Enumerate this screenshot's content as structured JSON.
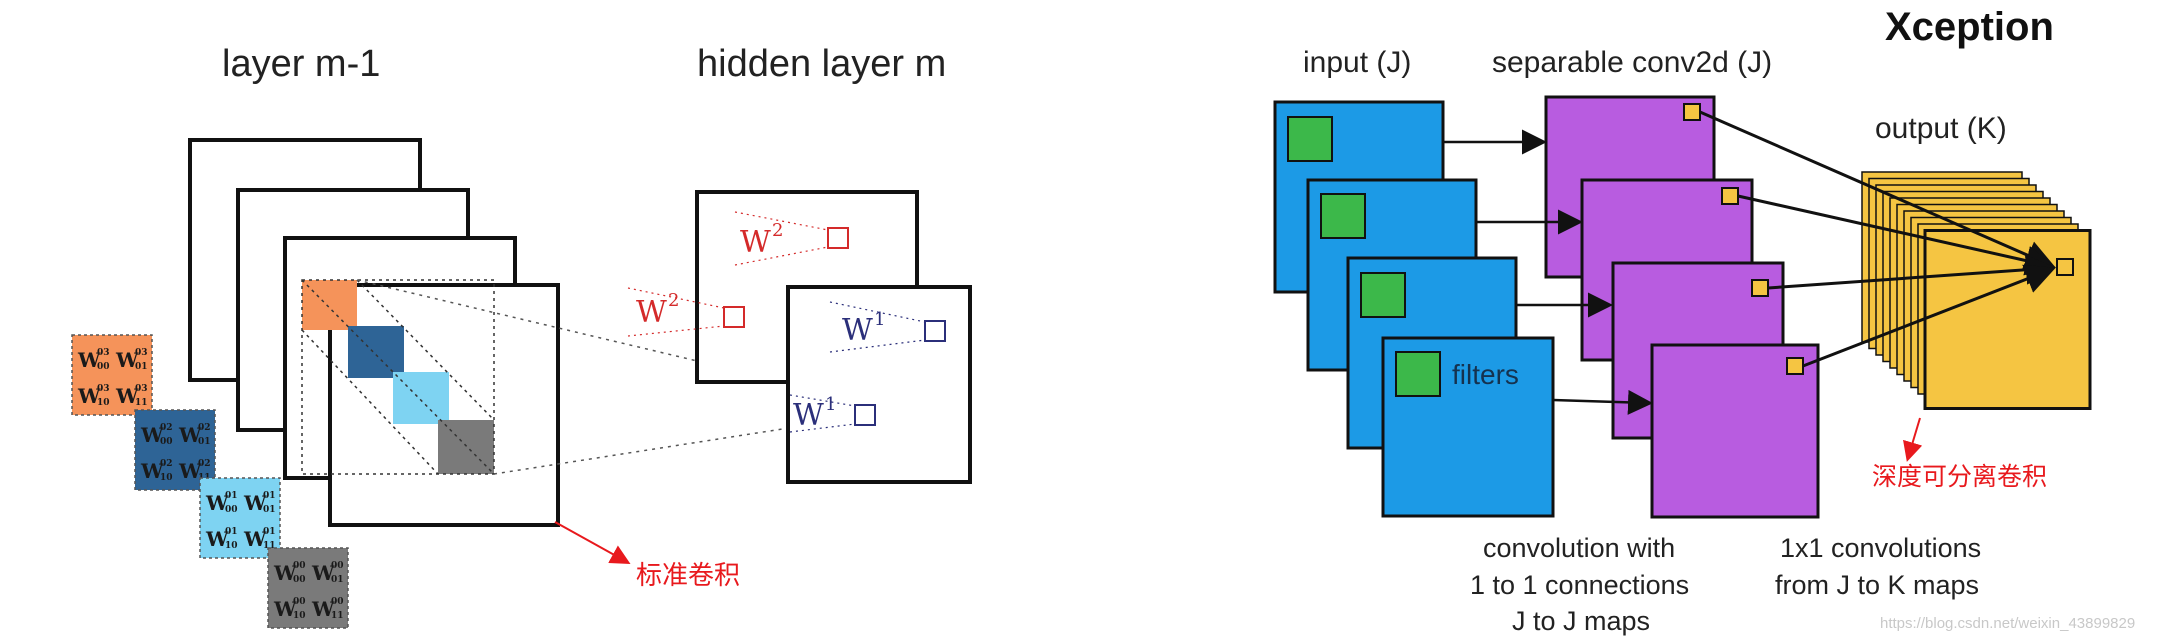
{
  "left_panel": {
    "layer_prev_label": "layer m-1",
    "hidden_layer_label": "hidden layer m",
    "w2_label": "W",
    "w2_sup": "2",
    "w1_label": "W",
    "w1_sup": "1",
    "annotation": "标准卷积",
    "filter_weights": [
      {
        "color": "#f5935a",
        "w00_sup": "03",
        "w01_sup": "03",
        "w10_sup": "03",
        "w11_sup": "03",
        "w00_sub": "00",
        "w01_sub": "01",
        "w10_sub": "10",
        "w11_sub": "11"
      },
      {
        "color": "#2e6496",
        "w00_sup": "02",
        "w01_sup": "02",
        "w10_sup": "02",
        "w11_sup": "02",
        "w00_sub": "00",
        "w01_sub": "01",
        "w10_sub": "10",
        "w11_sub": "11"
      },
      {
        "color": "#7ed3f2",
        "w00_sup": "01",
        "w01_sup": "01",
        "w10_sup": "01",
        "w11_sup": "01",
        "w00_sub": "00",
        "w01_sub": "01",
        "w10_sub": "10",
        "w11_sub": "11"
      },
      {
        "color": "#7a7a7a",
        "w00_sup": "00",
        "w01_sup": "00",
        "w10_sup": "00",
        "w11_sup": "00",
        "w00_sub": "00",
        "w01_sub": "01",
        "w10_sub": "10",
        "w11_sub": "11"
      }
    ]
  },
  "right_panel": {
    "title": "Xception",
    "input_label": "input (J)",
    "sepconv_label": "separable conv2d (J)",
    "output_label": "output (K)",
    "filters_label": "filters",
    "caption_left": [
      "convolution with",
      "1 to 1 connections",
      "J to J maps"
    ],
    "caption_right": [
      "1x1 convolutions",
      "from J to K maps"
    ],
    "annotation": "深度可分离卷积",
    "watermark": "https://blog.csdn.net/weixin_43899829"
  },
  "colors": {
    "input_blue": "#1c9ae6",
    "sep_purple": "#b85ce0",
    "output_yellow": "#f5c542",
    "filter_green": "#3cb84a",
    "annotation_red": "#e8191d"
  }
}
